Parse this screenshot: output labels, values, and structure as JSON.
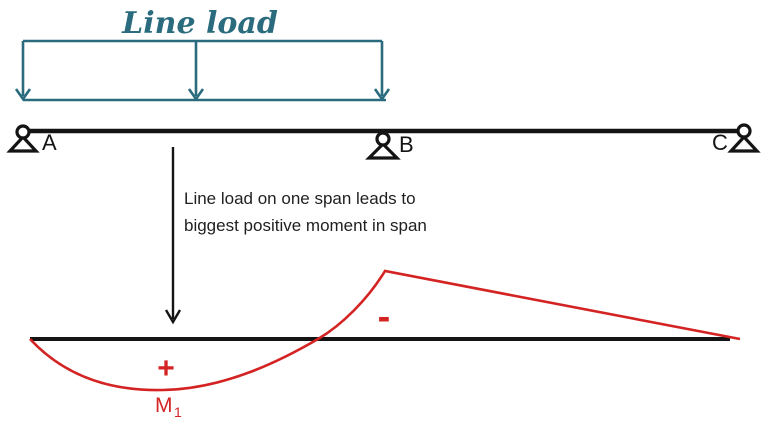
{
  "title": "Line load",
  "colors": {
    "teal": "#2A6B7E",
    "red": "#D42323",
    "ink": "#141414"
  },
  "load": {
    "name": "distributed line load over span A-B",
    "arrow_icon": "down-arrow-icon",
    "arrow_count": 3
  },
  "beam": {
    "support_a_label": "A",
    "support_b_label": "B",
    "support_c_label": "C",
    "support_icon": "pin-support-icon"
  },
  "annotation": {
    "line1": "Line load on one span leads to",
    "line2": "biggest positive moment in span"
  },
  "moment_diagram": {
    "positive_sign": "+",
    "negative_sign": "-",
    "moment_label": "M",
    "moment_label_subscript": "1",
    "positive_region": "sagging moment in loaded span A-B below baseline",
    "negative_region": "hogging moment peak over support B, tapering to zero at C",
    "zero_crossing_fraction_of_span_ab": 0.82
  }
}
